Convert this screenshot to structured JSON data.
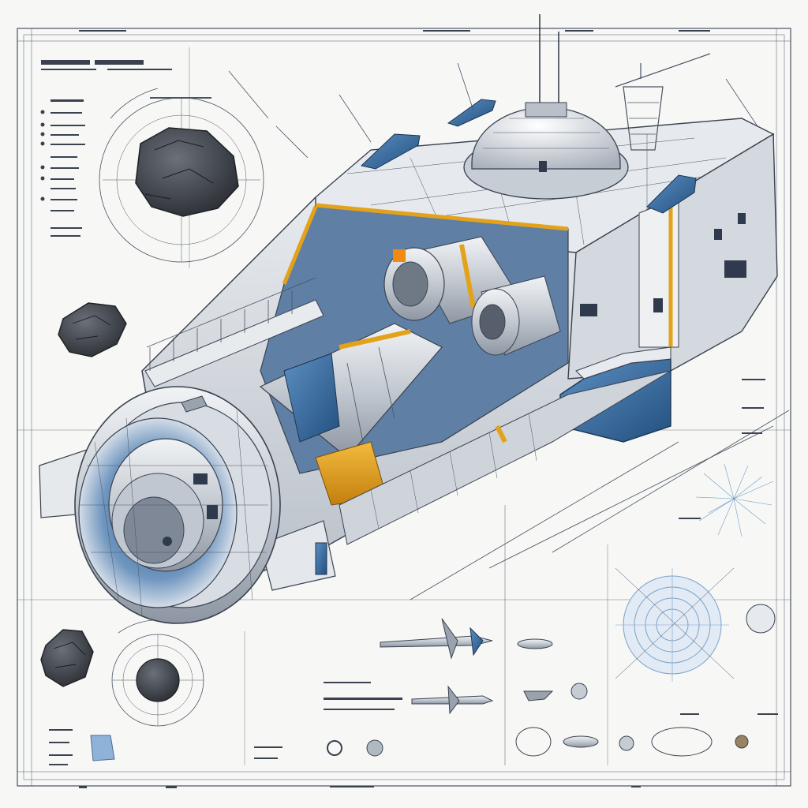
{
  "image": {
    "kind": "illustration",
    "style": "technical blueprint cutaway drawing",
    "palette": {
      "paper": "#f7f8f6",
      "ink": "#3a4250",
      "hull": "#d9dde3",
      "hull_shadow": "#9ea6b1",
      "accent_blue": "#2f6aa3",
      "accent_orange": "#e3a21a",
      "rock": "#3d4148"
    },
    "subjects": [
      "space station",
      "asteroid",
      "spacecraft",
      "planet"
    ]
  }
}
